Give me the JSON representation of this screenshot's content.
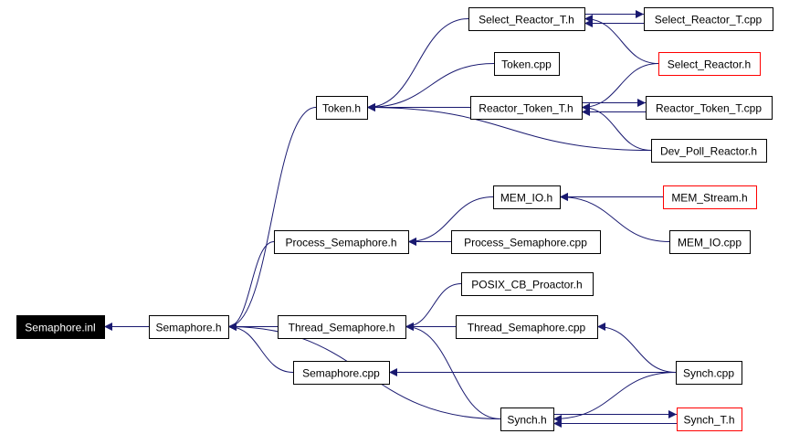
{
  "colors": {
    "edge": "#191970",
    "highlight_border": "#ff0000",
    "root_fill": "#000000"
  },
  "nodes": [
    {
      "id": "semaphore_inl",
      "label": "Semaphore.inl",
      "style": "root"
    },
    {
      "id": "semaphore_h",
      "label": "Semaphore.h"
    },
    {
      "id": "token_h",
      "label": "Token.h"
    },
    {
      "id": "process_semaphore_h",
      "label": "Process_Semaphore.h"
    },
    {
      "id": "thread_semaphore_h",
      "label": "Thread_Semaphore.h"
    },
    {
      "id": "semaphore_cpp",
      "label": "Semaphore.cpp"
    },
    {
      "id": "synch_h",
      "label": "Synch.h"
    },
    {
      "id": "select_reactor_t_h",
      "label": "Select_Reactor_T.h"
    },
    {
      "id": "token_cpp",
      "label": "Token.cpp"
    },
    {
      "id": "reactor_token_t_h",
      "label": "Reactor_Token_T.h"
    },
    {
      "id": "select_reactor_t_cpp",
      "label": "Select_Reactor_T.cpp"
    },
    {
      "id": "select_reactor_h",
      "label": "Select_Reactor.h",
      "style": "red"
    },
    {
      "id": "reactor_token_t_cpp",
      "label": "Reactor_Token_T.cpp"
    },
    {
      "id": "dev_poll_reactor_h",
      "label": "Dev_Poll_Reactor.h"
    },
    {
      "id": "mem_io_h",
      "label": "MEM_IO.h"
    },
    {
      "id": "mem_stream_h",
      "label": "MEM_Stream.h",
      "style": "red"
    },
    {
      "id": "process_semaphore_cpp",
      "label": "Process_Semaphore.cpp"
    },
    {
      "id": "mem_io_cpp",
      "label": "MEM_IO.cpp"
    },
    {
      "id": "posix_cb_proactor_h",
      "label": "POSIX_CB_Proactor.h"
    },
    {
      "id": "thread_semaphore_cpp",
      "label": "Thread_Semaphore.cpp"
    },
    {
      "id": "synch_cpp",
      "label": "Synch.cpp"
    },
    {
      "id": "synch_t_h",
      "label": "Synch_T.h",
      "style": "red"
    }
  ],
  "edges": [
    {
      "from": "semaphore_h",
      "to": "semaphore_inl"
    },
    {
      "from": "token_h",
      "to": "semaphore_h"
    },
    {
      "from": "process_semaphore_h",
      "to": "semaphore_h"
    },
    {
      "from": "thread_semaphore_h",
      "to": "semaphore_h"
    },
    {
      "from": "semaphore_cpp",
      "to": "semaphore_h"
    },
    {
      "from": "synch_h",
      "to": "semaphore_h"
    },
    {
      "from": "select_reactor_t_h",
      "to": "token_h"
    },
    {
      "from": "token_cpp",
      "to": "token_h"
    },
    {
      "from": "reactor_token_t_h",
      "to": "token_h"
    },
    {
      "from": "dev_poll_reactor_h",
      "to": "token_h"
    },
    {
      "from": "select_reactor_t_h",
      "to": "select_reactor_t_cpp"
    },
    {
      "from": "select_reactor_t_cpp",
      "to": "select_reactor_t_h"
    },
    {
      "from": "select_reactor_h",
      "to": "select_reactor_t_h"
    },
    {
      "from": "select_reactor_h",
      "to": "reactor_token_t_h"
    },
    {
      "from": "reactor_token_t_h",
      "to": "reactor_token_t_cpp"
    },
    {
      "from": "reactor_token_t_cpp",
      "to": "reactor_token_t_h"
    },
    {
      "from": "dev_poll_reactor_h",
      "to": "reactor_token_t_h"
    },
    {
      "from": "mem_io_h",
      "to": "process_semaphore_h"
    },
    {
      "from": "mem_stream_h",
      "to": "mem_io_h"
    },
    {
      "from": "mem_io_cpp",
      "to": "mem_io_h"
    },
    {
      "from": "process_semaphore_cpp",
      "to": "process_semaphore_h"
    },
    {
      "from": "posix_cb_proactor_h",
      "to": "thread_semaphore_h"
    },
    {
      "from": "thread_semaphore_cpp",
      "to": "thread_semaphore_h"
    },
    {
      "from": "synch_h",
      "to": "thread_semaphore_h"
    },
    {
      "from": "synch_cpp",
      "to": "thread_semaphore_cpp"
    },
    {
      "from": "synch_cpp",
      "to": "semaphore_cpp"
    },
    {
      "from": "synch_cpp",
      "to": "synch_h"
    },
    {
      "from": "synch_h",
      "to": "synch_t_h"
    },
    {
      "from": "synch_t_h",
      "to": "synch_h"
    }
  ]
}
